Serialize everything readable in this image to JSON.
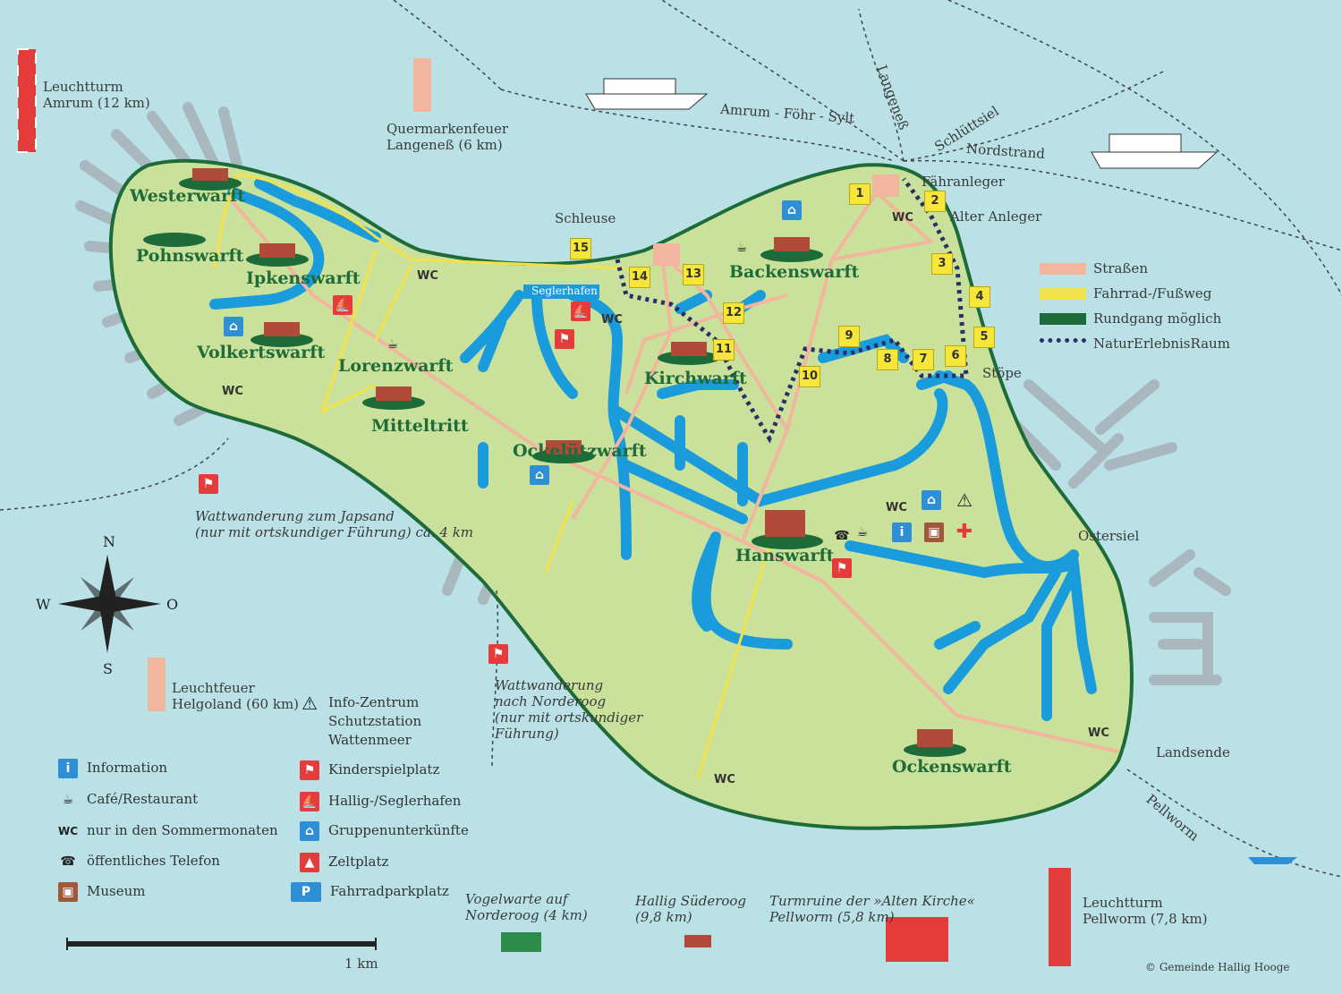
{
  "colors": {
    "sea": "#b9e1e6",
    "land": "#c9e19a",
    "road": "#f2b69e",
    "path": "#f2e24a",
    "rundgang": "#1e6b3a",
    "water": "#1a9bdc",
    "natur": "#2a2f6a"
  },
  "lighthouses": {
    "amrum": "Leuchtturm\nAmrum (12 km)",
    "langeness": "Quermarkenfeuer\nLangeneß (6 km)",
    "helgoland": "Leuchtfeuer\nHelgoland (60 km)",
    "pellworm": "Leuchtturm\nPellworm (7,8 km)"
  },
  "ferry_routes": {
    "amrum_foehr_sylt": "Amrum - Föhr - Sylt",
    "langeness": "Langeneß",
    "schluettsiel": "Schlüttsiel",
    "nordstrand": "Nordstrand",
    "pellworm": "Pellworm"
  },
  "places": {
    "faehranleger": "Fähranleger",
    "alter_anleger": "Alter Anleger",
    "schleuse": "Schleuse",
    "seglerhafen": "Seglerhafen",
    "stoepe": "Stöpe",
    "ostersiel": "Ostersiel",
    "landsende": "Landsende"
  },
  "warften": {
    "westerwarft": "Westerwarft",
    "pohnswarft": "Pohnswarft",
    "ipkenswarft": "Ipkenswarft",
    "volkertswarft": "Volkertswarft",
    "lorenzwarft": "Lorenzwarft",
    "mitteltritt": "Mitteltritt",
    "ockeluetzwarft": "Ockelützwarft",
    "kirchwarft": "Kirchwarft",
    "backenswarft": "Backenswarft",
    "hanswarft": "Hanswarft",
    "ockenswarft": "Ockenswarft"
  },
  "wc_label": "WC",
  "numbers": [
    "1",
    "2",
    "3",
    "4",
    "5",
    "6",
    "7",
    "8",
    "9",
    "10",
    "11",
    "12",
    "13",
    "14",
    "15"
  ],
  "legend_lines": {
    "strassen": "Straßen",
    "fahrrad": "Fahrrad-/Fußweg",
    "rundgang": "Rundgang möglich",
    "natur": "NaturErlebnisRaum"
  },
  "wattwanderungen": {
    "japsand": "Wattwanderung zum Japsand\n(nur mit ortskundiger Führung) ca. 4 km",
    "norderoog": "Wattwanderung\nnach Norderoog\n(nur mit ortskundiger\nFührung)"
  },
  "compass": {
    "n": "N",
    "s": "S",
    "w": "W",
    "o": "O"
  },
  "legend_left": [
    {
      "icon": "info-icon",
      "sym": "i",
      "label": "Information"
    },
    {
      "icon": "cafe-icon",
      "sym": "☕",
      "label": "Café/Restaurant"
    },
    {
      "icon": "wc-icon",
      "sym": "WC",
      "label": "nur in den Sommermonaten"
    },
    {
      "icon": "telephone-icon",
      "sym": "☎",
      "label": "öffentliches Telefon"
    },
    {
      "icon": "museum-icon",
      "sym": "▣",
      "label": "Museum"
    }
  ],
  "legend_right": [
    {
      "icon": "info-center-icon",
      "sym": "⚠",
      "label": "Info-Zentrum\nSchutzstation\nWattenmeer"
    },
    {
      "icon": "playground-icon",
      "sym": "⚑",
      "label": "Kinderspielplatz"
    },
    {
      "icon": "harbour-icon",
      "sym": "⛵",
      "label": "Hallig-/Seglerhafen"
    },
    {
      "icon": "group-lodging-icon",
      "sym": "⌂",
      "label": "Gruppenunterkünfte"
    },
    {
      "icon": "camping-icon",
      "sym": "▲",
      "label": "Zeltplatz"
    },
    {
      "icon": "bike-parking-icon",
      "sym": "P",
      "label": "Fahrradparkplatz"
    }
  ],
  "bottom_sites": {
    "vogelwarte": "Vogelwarte auf\nNorderoog (4 km)",
    "suederoog": "Hallig Süderoog\n(9,8 km)",
    "turmruine": "Turmruine der »Alten Kirche«\nPellworm (5,8 km)"
  },
  "scale": "1 km",
  "copyright": "© Gemeinde Hallig Hooge"
}
